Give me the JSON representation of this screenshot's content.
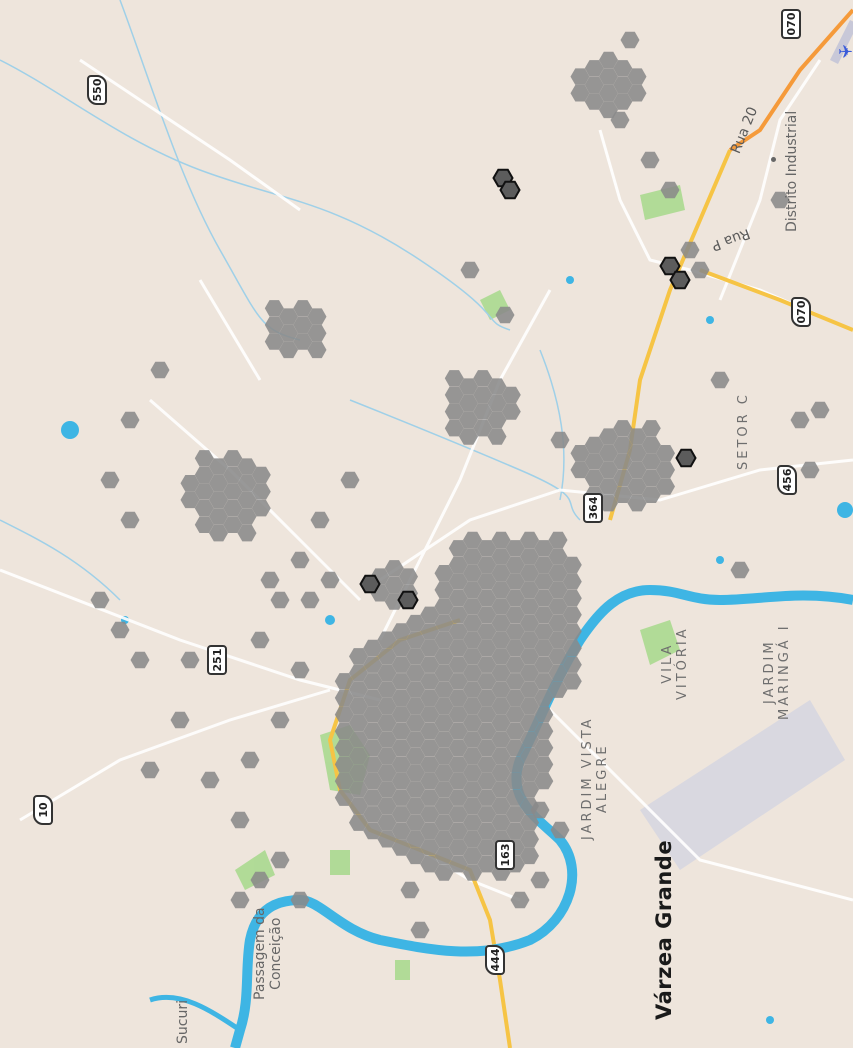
{
  "map": {
    "labels": {
      "city": "Várzea Grande",
      "jardim_vista_alegre": "JARDIM VISTA\nALEGRE",
      "vila_vitoria": "VILA\nVITÓRIA",
      "jardim_maringa": "JARDIM\nMARINGÁ I",
      "setor_c": "SETOR C",
      "passagem": "Passagem da\nConceição",
      "sucuri": "Sucuri",
      "distrito": "Distrito Industrial",
      "rua20": "Rua 20",
      "rua_p": "Rua P"
    },
    "shields": {
      "s550": "550",
      "s070a": "070",
      "s070b": "070",
      "s456": "456",
      "s251": "251",
      "s10": "10",
      "s444": "444",
      "s163": "163",
      "s364": "364"
    },
    "colors": {
      "background": "#eee5dc",
      "river": "#3eb5e4",
      "hexbin": "#8a8a8a",
      "hexbin_highlight": "#5c5c5c",
      "highway": "#f6c445",
      "park": "#a6d98b"
    }
  }
}
